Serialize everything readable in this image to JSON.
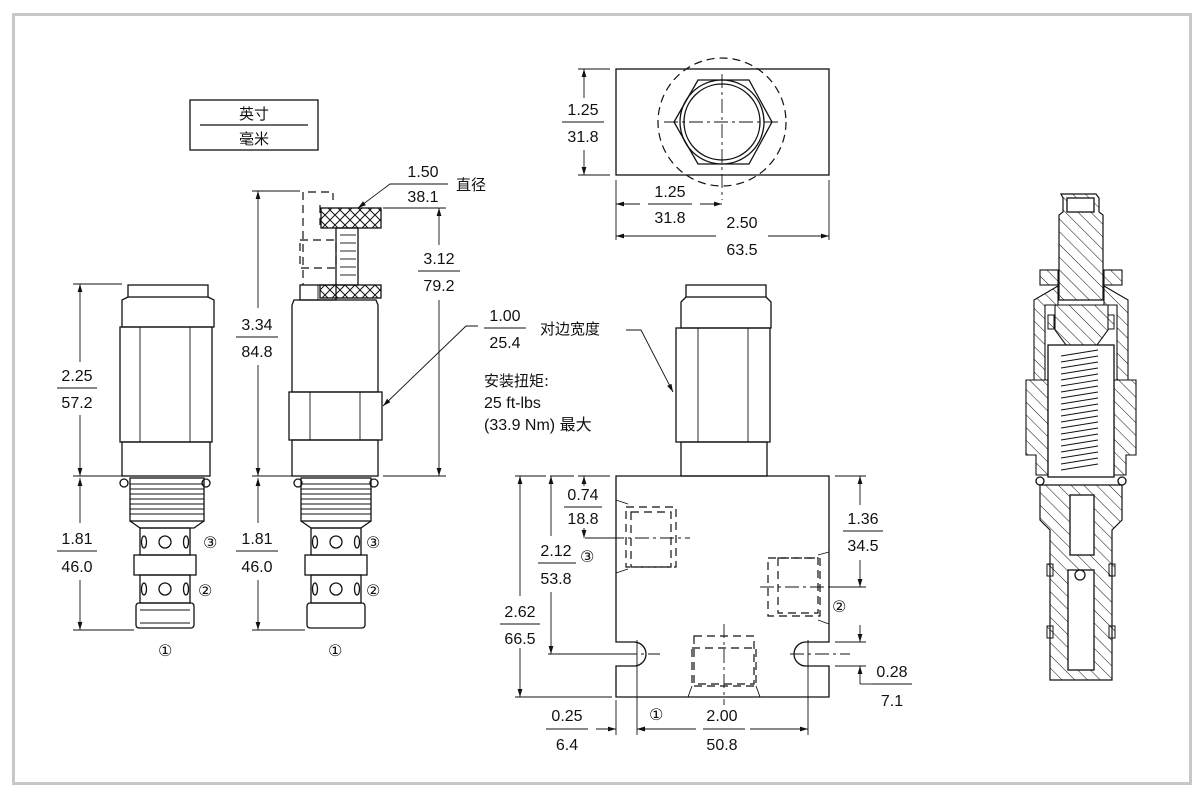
{
  "legend": {
    "top": "英寸",
    "bottom": "毫米"
  },
  "side_view_left": {
    "dim_upper": {
      "in": "2.25",
      "mm": "57.2"
    },
    "dim_lower": {
      "in": "1.81",
      "mm": "46.0"
    },
    "ports": {
      "p1": "①",
      "p2": "②",
      "p3": "③"
    }
  },
  "side_view_knob": {
    "dim_overall": {
      "in": "3.34",
      "mm": "84.8"
    },
    "dim_knob_dia": {
      "in": "1.50",
      "mm": "38.1",
      "label": "直径"
    },
    "dim_knob_travel": {
      "in": "3.12",
      "mm": "79.2"
    },
    "dim_lower": {
      "in": "1.81",
      "mm": "46.0"
    },
    "ports": {
      "p1": "①",
      "p2": "②",
      "p3": "③"
    }
  },
  "hex_note": {
    "in": "1.00",
    "mm": "25.4",
    "label": "对边宽度"
  },
  "torque_note": {
    "line1": "安装扭矩:",
    "line2": "25 ft-lbs",
    "line3": "(33.9 Nm) 最大"
  },
  "top_view": {
    "dim_height": {
      "in": "1.25",
      "mm": "31.8"
    },
    "dim_center": {
      "in": "1.25",
      "mm": "31.8"
    },
    "dim_width": {
      "in": "2.50",
      "mm": "63.5"
    }
  },
  "body_view": {
    "dim_port3": {
      "in": "0.74",
      "mm": "18.8"
    },
    "dim_mount": {
      "in": "2.12",
      "mm": "53.8",
      "port": "③"
    },
    "dim_overall": {
      "in": "2.62",
      "mm": "66.5"
    },
    "dim_port2": {
      "in": "1.36",
      "mm": "34.5",
      "port": "②"
    },
    "dim_hole_offset": {
      "in": "0.28",
      "mm": "7.1"
    },
    "dim_edge": {
      "in": "0.25",
      "mm": "6.4"
    },
    "dim_holes": {
      "in": "2.00",
      "mm": "50.8",
      "port": "①"
    }
  }
}
